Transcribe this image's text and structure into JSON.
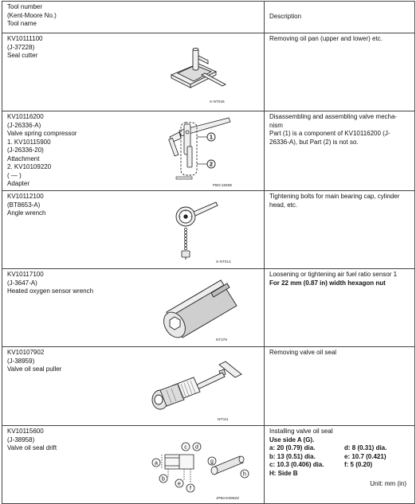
{
  "header": {
    "tool_number": "Tool number",
    "kent_moore": "(Kent-Moore No.)",
    "tool_name": "Tool name",
    "description": "Description"
  },
  "rows": [
    {
      "number": "KV10111100",
      "kent": "(J-37228)",
      "name": "Seal cutter",
      "desc": [
        "Removing oil pan (upper and lower) etc."
      ],
      "code": "S-NT046"
    },
    {
      "number": "KV10116200",
      "kent": "(J-26336-A)",
      "name": "Valve spring compressor",
      "parts": [
        "1. KV10115900",
        "(J-26336-20)",
        "Attachment",
        "2. KV10109220",
        "( — )",
        "Adapter"
      ],
      "desc": [
        "Disassembling and assembling valve mecha-",
        "nism",
        "Part (1) is a component of KV10116200 (J-",
        "26336-A), but Part (2) is not so."
      ],
      "code": "PBIC1650E",
      "callouts": [
        "1",
        "2"
      ]
    },
    {
      "number": "KV10112100",
      "kent": "(BT8653-A)",
      "name": "Angle wrench",
      "desc": [
        "Tightening bolts for main bearing cap, cylinder",
        "head, etc."
      ],
      "code": "S-NT014"
    },
    {
      "number": "KV10117100",
      "kent": "(J-3647-A)",
      "name": "Heated oxygen sensor wrench",
      "desc": [
        "Loosening or tightening air fuel ratio sensor 1"
      ],
      "desc_bold": "For 22 mm (0.87 in) width hexagon nut",
      "code": "NT379"
    },
    {
      "number": "KV10107902",
      "kent": "(J-38959)",
      "name": "Valve oil seal puller",
      "desc": [
        "Removing valve oil seal"
      ],
      "code": "NT011"
    },
    {
      "number": "KV10115600",
      "kent": "(J-38958)",
      "name": "Valve oil seal drift",
      "desc": [
        "Installing valve oil seal"
      ],
      "use_side": "Use side A (G).",
      "dims": [
        [
          "a: 20 (0.79) dia.",
          "d: 8 (0.31) dia."
        ],
        [
          "b: 13 (0.51) dia.",
          "e: 10.7 (0.421)"
        ],
        [
          "c: 10.3 (0.406) dia.",
          "f: 5 (0.20)"
        ],
        [
          "H: Side B",
          ""
        ]
      ],
      "unit": "Unit: mm (in)",
      "code": "JPBIA0396ZZ",
      "callouts": [
        "a",
        "b",
        "c",
        "d",
        "e",
        "f",
        "g",
        "h"
      ]
    }
  ]
}
